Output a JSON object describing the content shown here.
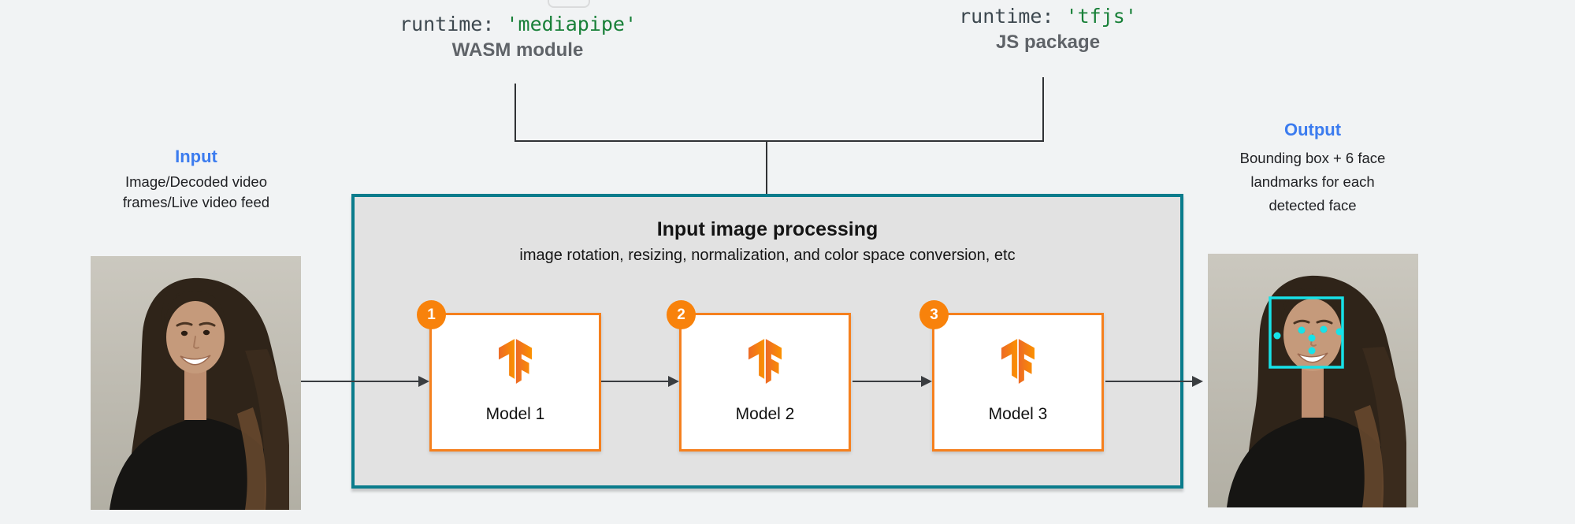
{
  "figure": {
    "bg_color": "#f1f3f4",
    "description_domain": "face detection pipeline diagram"
  },
  "runtime_labels": [
    {
      "code_key": "runtime: ",
      "code_value": "'mediapipe'",
      "sublabel": "WASM module"
    },
    {
      "code_key": "runtime: ",
      "code_value": "'tfjs'",
      "sublabel": "JS package"
    }
  ],
  "input_block": {
    "title": "Input",
    "lines": [
      "Image/Decoded video",
      "frames/Live video feed"
    ]
  },
  "output_block": {
    "title": "Output",
    "lines": [
      "Bounding box + 6 face",
      "landmarks for each",
      "detected face"
    ]
  },
  "processing_box": {
    "title": "Input image processing",
    "subtitle": "image rotation, resizing, normalization, and color space conversion, etc",
    "models": [
      {
        "badge": "1",
        "label": "Model 1",
        "icon": "tensorflow-logo"
      },
      {
        "badge": "2",
        "label": "Model 2",
        "icon": "tensorflow-logo"
      },
      {
        "badge": "3",
        "label": "Model 3",
        "icon": "tensorflow-logo"
      }
    ]
  },
  "photos": {
    "input_photo": {
      "alt": "portrait of a smiling woman"
    },
    "output_photo": {
      "alt": "same portrait with detected face",
      "landmarks_shown": 6
    }
  },
  "colors": {
    "accent_blue": "#3c7cef",
    "code_green": "#188038",
    "code_dark": "#3d484f",
    "teal_border": "#0a7c8c",
    "processing_fill": "#e2e2e2",
    "model_border_orange": "#f5801e",
    "badge_orange": "#f8820b",
    "overlay_cyan": "#17e2e8",
    "gray_sublabel": "#5f6368",
    "line_dark": "#3a3d40"
  }
}
